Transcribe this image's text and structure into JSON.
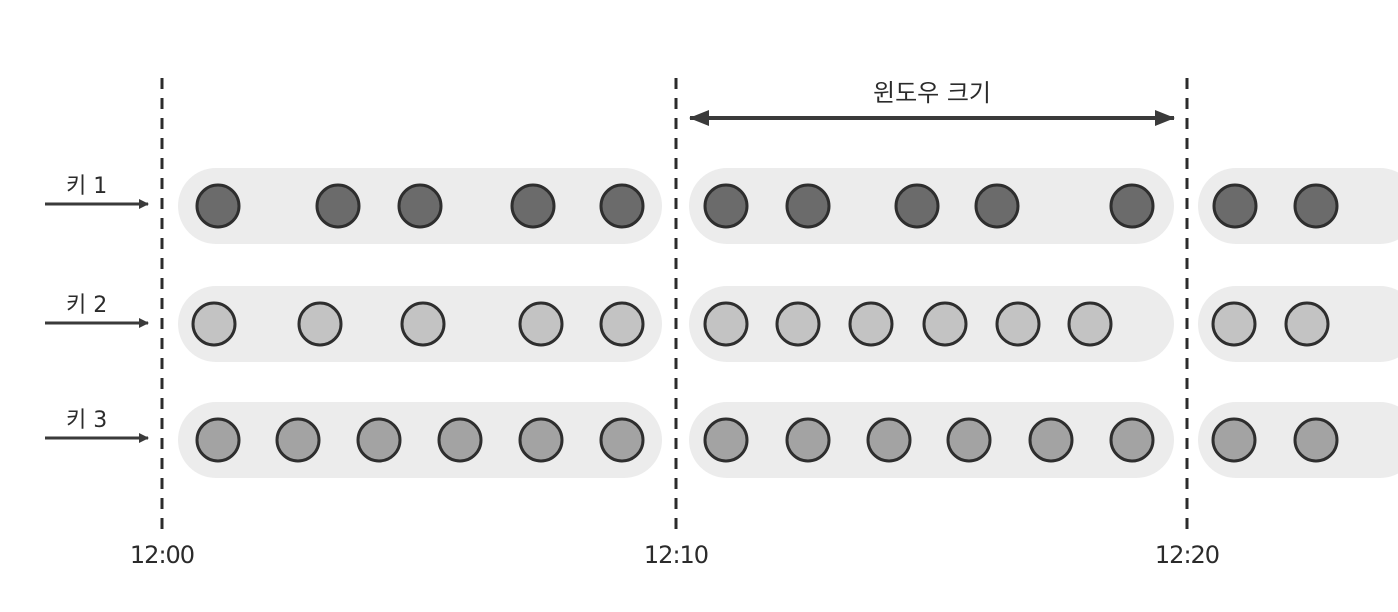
{
  "window_label": "윈도우 크기",
  "time_labels": [
    "12:00",
    "12:10",
    "12:20"
  ],
  "colors": {
    "background": "#ffffff",
    "lane": "#ececec",
    "divider": "#2b2b2b",
    "arrow": "#3a3a3a",
    "circle_stroke": "#2e2e2e"
  },
  "keys": [
    {
      "label": "키 1",
      "fill": "#6b6b6b",
      "windows": [
        {
          "event_count": 5
        },
        {
          "event_count": 5
        },
        {
          "event_count": 2
        }
      ]
    },
    {
      "label": "키 2",
      "fill": "#c3c3c3",
      "windows": [
        {
          "event_count": 5
        },
        {
          "event_count": 6
        },
        {
          "event_count": 2
        }
      ]
    },
    {
      "label": "키 3",
      "fill": "#a3a3a3",
      "windows": [
        {
          "event_count": 6
        },
        {
          "event_count": 6
        },
        {
          "event_count": 2
        }
      ]
    }
  ]
}
